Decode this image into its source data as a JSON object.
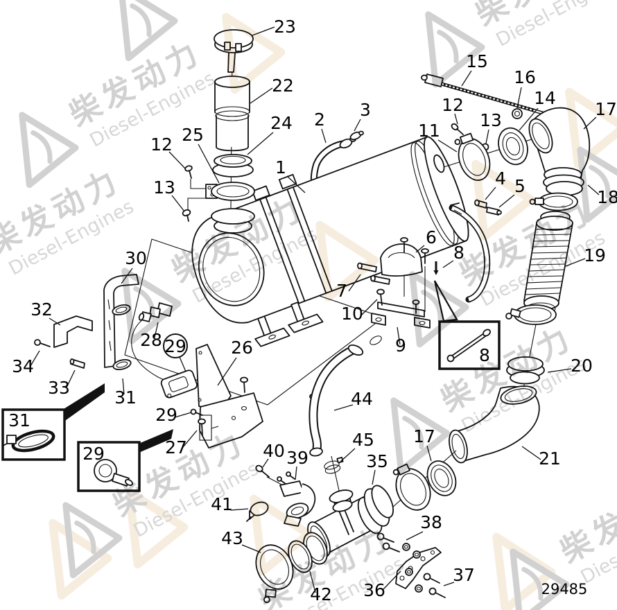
{
  "watermark": {
    "brand_cn": "柴发动力",
    "brand_en": "Diesel-Engines"
  },
  "drawing_number": "29485",
  "callouts": [
    {
      "text": "23"
    },
    {
      "text": "22"
    },
    {
      "text": "24"
    },
    {
      "text": "25"
    },
    {
      "text": "12"
    },
    {
      "text": "13"
    },
    {
      "text": "1"
    },
    {
      "text": "2"
    },
    {
      "text": "3"
    },
    {
      "text": "15"
    },
    {
      "text": "16"
    },
    {
      "text": "12"
    },
    {
      "text": "13"
    },
    {
      "text": "14"
    },
    {
      "text": "11"
    },
    {
      "text": "17"
    },
    {
      "text": "18"
    },
    {
      "text": "4"
    },
    {
      "text": "5"
    },
    {
      "text": "6"
    },
    {
      "text": "7"
    },
    {
      "text": "8"
    },
    {
      "text": "9"
    },
    {
      "text": "10"
    },
    {
      "text": "19"
    },
    {
      "text": "20"
    },
    {
      "text": "21"
    },
    {
      "text": "30"
    },
    {
      "text": "32"
    },
    {
      "text": "34"
    },
    {
      "text": "33"
    },
    {
      "text": "31"
    },
    {
      "text": "28"
    },
    {
      "text": "29"
    },
    {
      "text": "26"
    },
    {
      "text": "29"
    },
    {
      "text": "27"
    },
    {
      "text": "31"
    },
    {
      "text": "29"
    },
    {
      "text": "8"
    },
    {
      "text": "44"
    },
    {
      "text": "45"
    },
    {
      "text": "40"
    },
    {
      "text": "39"
    },
    {
      "text": "41"
    },
    {
      "text": "35"
    },
    {
      "text": "17"
    },
    {
      "text": "43"
    },
    {
      "text": "42"
    },
    {
      "text": "36"
    },
    {
      "text": "38"
    },
    {
      "text": "37"
    }
  ]
}
